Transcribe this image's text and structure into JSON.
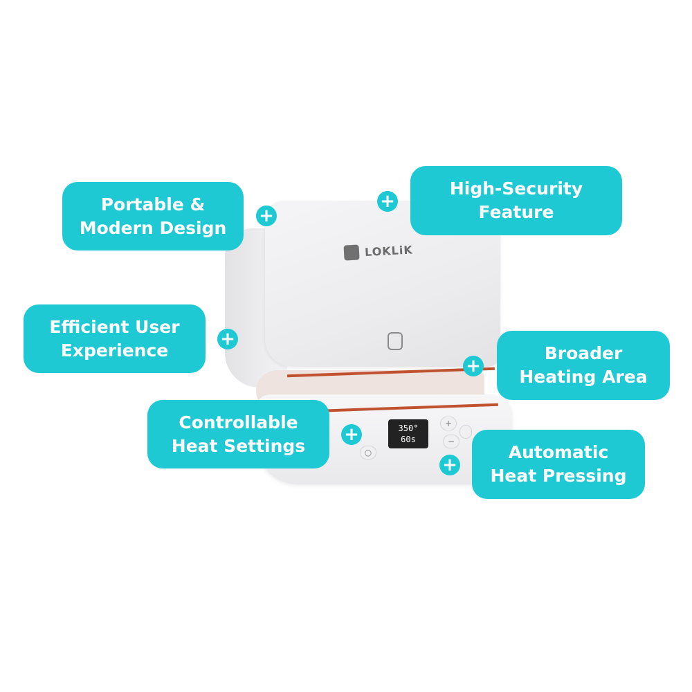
{
  "product": {
    "brand": "LOKLiK",
    "display": {
      "temperature": "350°",
      "time": "60s"
    },
    "buttons": {
      "plus": "+",
      "minus": "−",
      "power": "○"
    }
  },
  "features": [
    {
      "label_line1": "Portable &",
      "label_line2": "Modern Design"
    },
    {
      "label_line1": "High-Security",
      "label_line2": "Feature"
    },
    {
      "label_line1": "Efficient User",
      "label_line2": "Experience"
    },
    {
      "label_line1": "Broader",
      "label_line2": "Heating Area"
    },
    {
      "label_line1": "Controllable",
      "label_line2": "Heat Settings"
    },
    {
      "label_line1": "Automatic",
      "label_line2": "Heat Pressing"
    }
  ],
  "icons": {
    "plus": "+"
  },
  "colors": {
    "accent": "#1ec9d3",
    "heating_element": "#c0522f"
  }
}
